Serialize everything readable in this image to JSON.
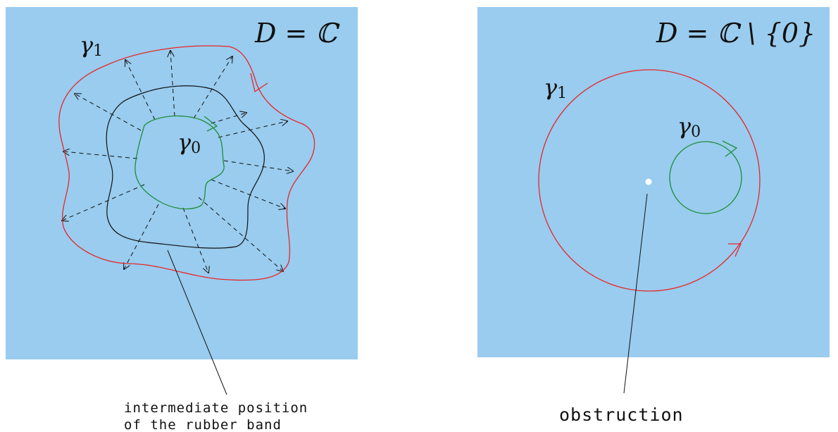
{
  "colors": {
    "region_fill": "#99CCEE",
    "gamma1_stroke": "#E8262A",
    "gamma0_stroke": "#1E8C3C",
    "intermediate_stroke": "#111111",
    "arrow_stroke": "#111111",
    "obstruction_fill": "#FFFFFF"
  },
  "left_panel": {
    "domain_label": "D = ℂ",
    "gamma1_label": "γ",
    "gamma1_sub": "1",
    "gamma0_label": "γ",
    "gamma0_sub": "0",
    "caption_line1": "intermediate position",
    "caption_line2": "of the rubber band"
  },
  "right_panel": {
    "domain_label": "D = ℂ \\ {0}",
    "gamma1_label": "γ",
    "gamma1_sub": "1",
    "gamma0_label": "γ",
    "gamma0_sub": "0",
    "caption": "obstruction"
  }
}
